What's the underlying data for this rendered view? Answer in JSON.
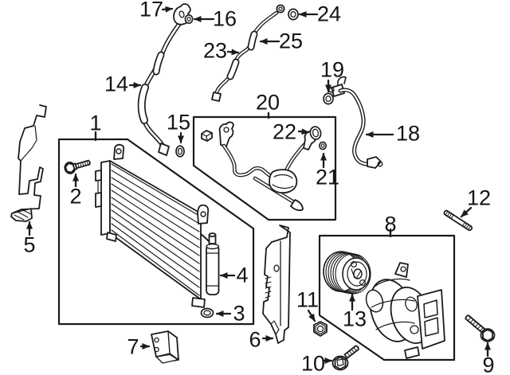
{
  "colors": {
    "background": "#ffffff",
    "line": "#1b1b1b"
  },
  "callouts": {
    "c1": "1",
    "c2": "2",
    "c3": "3",
    "c4": "4",
    "c5": "5",
    "c6": "6",
    "c7": "7",
    "c8": "8",
    "c9": "9",
    "c10": "10",
    "c11": "11",
    "c12": "12",
    "c13": "13",
    "c14": "14",
    "c15": "15",
    "c16": "16",
    "c17": "17",
    "c18": "18",
    "c19": "19",
    "c20": "20",
    "c21": "21",
    "c22": "22",
    "c23": "23",
    "c24": "24",
    "c25": "25"
  }
}
